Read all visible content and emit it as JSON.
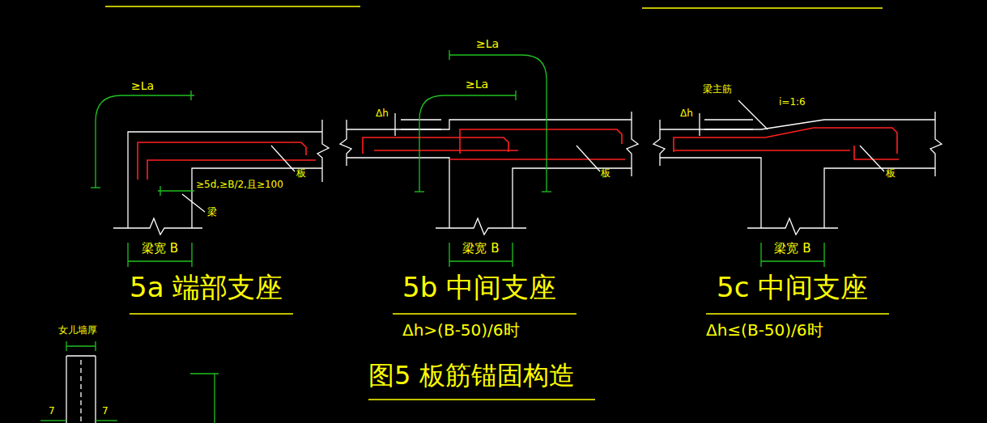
{
  "diagram": {
    "caption": "图5 板筋锚固构造",
    "labels": [
      "≥La",
      "≥5d,≥B/2,且≥100",
      "板",
      "梁",
      "梁宽 B",
      "5a 端部支座",
      "Δh",
      "≥La",
      "≥La",
      "板",
      "梁宽 B",
      "5b 中间支座",
      "Δh>(B-50)/6时",
      "Δh",
      "梁主筋",
      "i=1:6",
      "板",
      "梁宽 B",
      "5c 中间支座",
      "Δh≤(B-50)/6时",
      "女儿墙厚",
      "7",
      "7"
    ]
  }
}
